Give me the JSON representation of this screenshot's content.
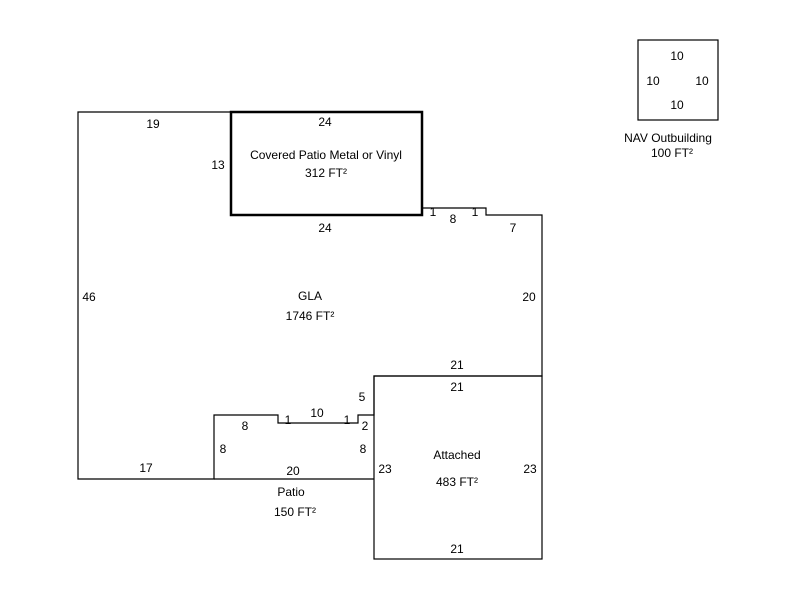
{
  "areas": {
    "gla": {
      "name": "GLA",
      "area": "1746 FT²"
    },
    "covered_patio": {
      "name": "Covered Patio Metal or Vinyl",
      "area": "312 FT²"
    },
    "patio": {
      "name": "Patio",
      "area": "150 FT²"
    },
    "attached": {
      "name": "Attached",
      "area": "483 FT²"
    },
    "outbuilding": {
      "name": "NAV Outbuilding",
      "area": "100 FT²"
    }
  },
  "dimensions": {
    "gla_top": "19",
    "gla_left": "46",
    "gla_bottom_left": "17",
    "gla_right": "20",
    "gla_right_top": "7",
    "notch_top_1a": "1",
    "notch_top_8": "8",
    "notch_top_1b": "1",
    "cp_top": "24",
    "cp_left": "13",
    "cp_bottom": "24",
    "gla_above_garage": "21",
    "patio_top_8": "8",
    "patio_left_8": "8",
    "patio_notch_1a": "1",
    "patio_notch_10": "10",
    "patio_notch_1b": "1",
    "patio_step_2": "2",
    "patio_right_8": "8",
    "gla_step_5": "5",
    "patio_bottom": "20",
    "garage_top": "21",
    "garage_left": "23",
    "garage_right": "23",
    "garage_bottom": "21",
    "out_top": "10",
    "out_left": "10",
    "out_right": "10",
    "out_bottom": "10"
  }
}
